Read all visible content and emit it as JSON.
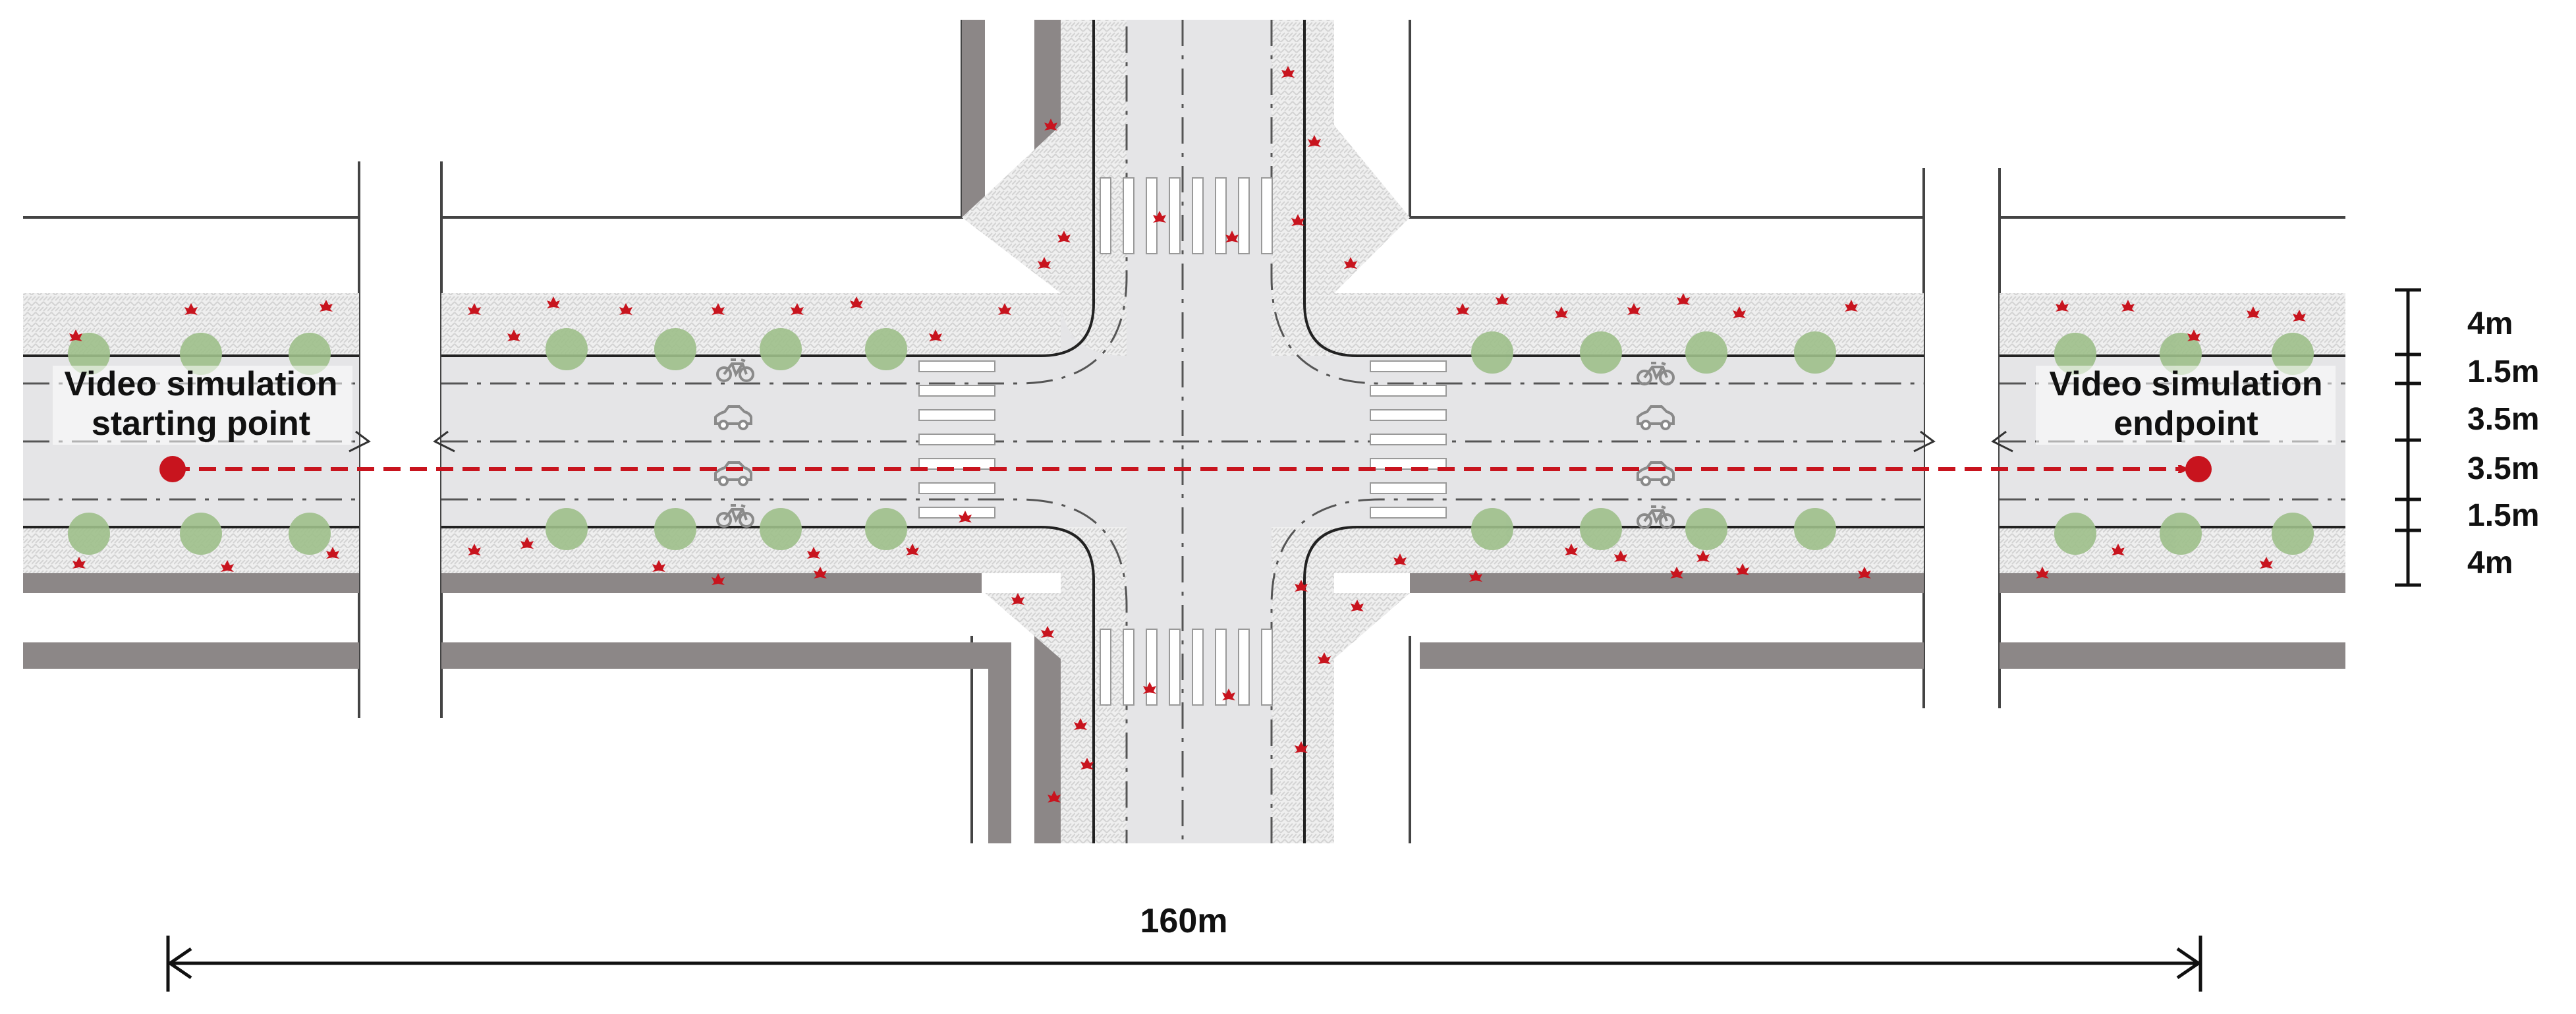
{
  "labels": {
    "start_line1": "Video simulation",
    "start_line2": "starting point",
    "end_line1": "Video simulation",
    "end_line2": "endpoint",
    "total_length": "160m"
  },
  "cross_section": [
    "4m",
    "1.5m",
    "3.5m",
    "3.5m",
    "1.5m",
    "4m"
  ],
  "icons": {
    "lane_top_1": "bicycle-icon",
    "lane_top_2": "car-icon",
    "lane_bottom_1": "car-icon",
    "lane_bottom_2": "bicycle-icon"
  },
  "colors": {
    "road": "#e5e5e7",
    "sidewalk": "#ececec",
    "building_edge": "#8c8787",
    "tree": "#9dbf8a",
    "route": "#c8141e",
    "leaf": "#c8141e"
  }
}
